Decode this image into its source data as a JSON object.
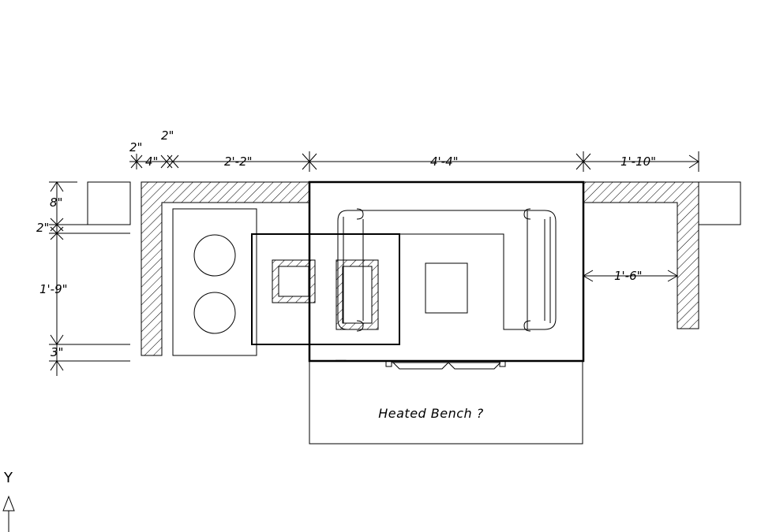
{
  "dimensions": {
    "top": [
      "2\"",
      "4\"",
      "2\"",
      "2'-2\"",
      "4'-4\"",
      "1'-10\""
    ],
    "left": [
      "8\"",
      "2\"",
      "1'-9\"",
      "3\""
    ],
    "inner_gap": "1'-6\""
  },
  "labels": {
    "heated_bench": "Heated Bench ?"
  },
  "ucs": {
    "axis": "Y"
  },
  "colors": {
    "line": "#000000",
    "background": "#ffffff"
  }
}
